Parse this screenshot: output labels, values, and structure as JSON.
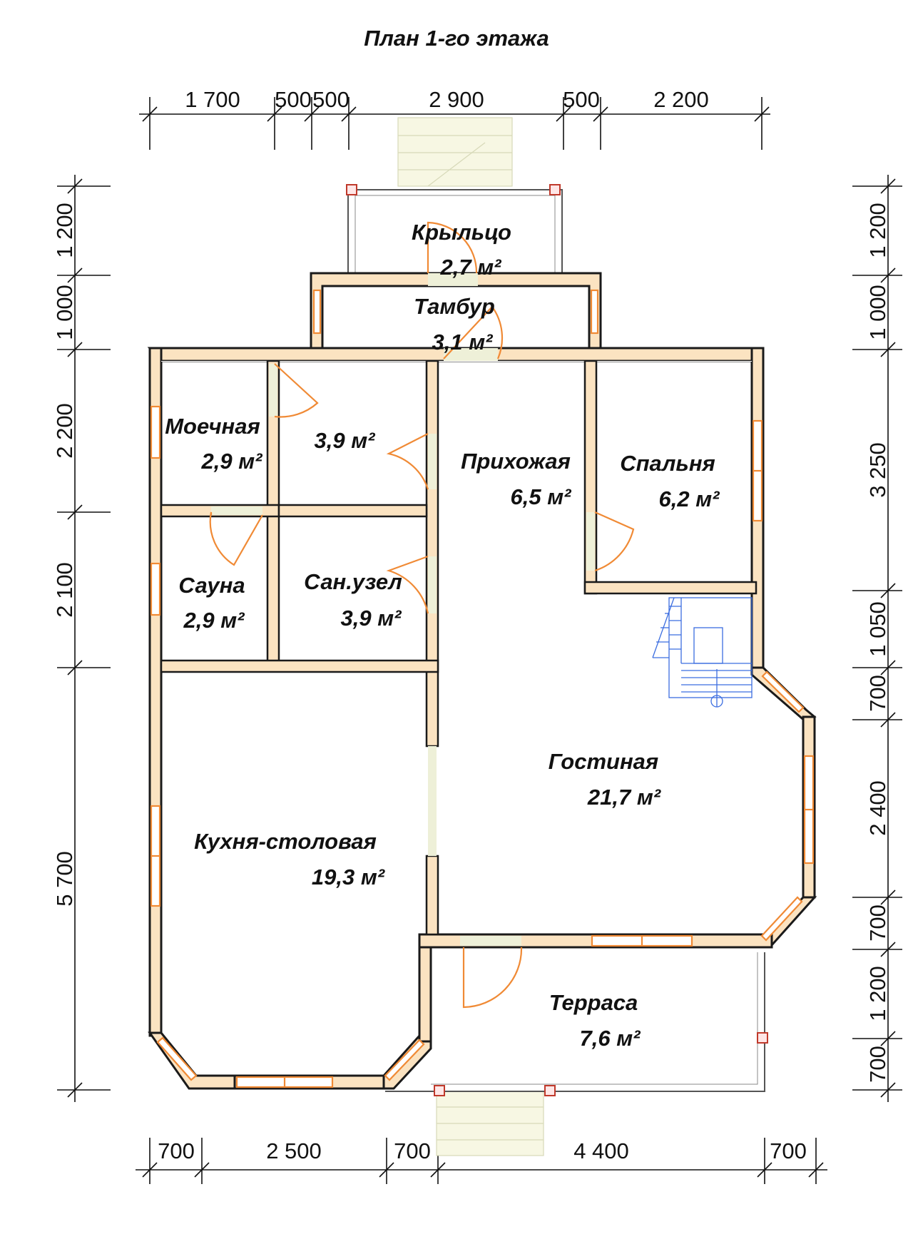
{
  "title": "План 1-го этажа",
  "rooms": {
    "porch": {
      "name": "Крыльцо",
      "area": "2,7 м²"
    },
    "vestib": {
      "name": "Тамбур",
      "area": "3,1 м²"
    },
    "wash": {
      "name": "Моечная",
      "area": "2,9 м²"
    },
    "unnamed": {
      "area": "3,9 м²"
    },
    "hall": {
      "name": "Прихожая",
      "area": "6,5 м²"
    },
    "bed": {
      "name": "Спальня",
      "area": "6,2 м²"
    },
    "sauna": {
      "name": "Сауна",
      "area": "2,9 м²"
    },
    "wc": {
      "name": "Сан.узел",
      "area": "3,9 м²"
    },
    "living": {
      "name": "Гостиная",
      "area": "21,7 м²"
    },
    "kitchen": {
      "name": "Кухня-столовая",
      "area": "19,3 м²"
    },
    "terrace": {
      "name": "Терраса",
      "area": "7,6 м²"
    }
  },
  "dims": {
    "top": [
      "1 700",
      "500",
      "500",
      "2 900",
      "500",
      "2 200"
    ],
    "bottom": [
      "700",
      "2 500",
      "700",
      "4 400",
      "700"
    ],
    "left": [
      "1 200",
      "1 000",
      "2 200",
      "2 100",
      "5 700"
    ],
    "right": [
      "1 200",
      "1 000",
      "3 250",
      "1 050",
      "700",
      "2 400",
      "700",
      "1 200",
      "700"
    ]
  }
}
